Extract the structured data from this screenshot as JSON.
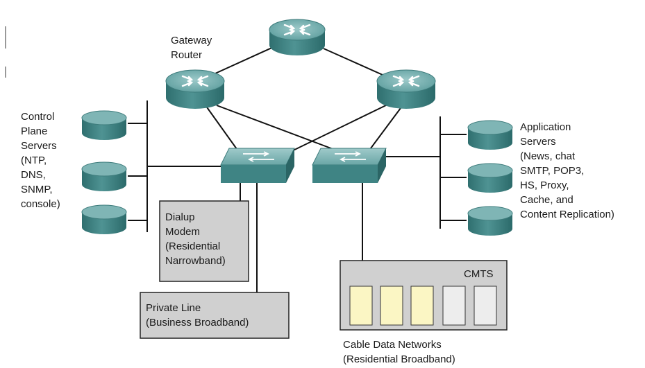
{
  "labels": {
    "gateway_router": "Gateway\nRouter",
    "control_plane": "Control\nPlane\nServers\n(NTP,\nDNS,\nSNMP,\nconsole)",
    "application_servers": "Application\nServers\n(News, chat\nSMTP, POP3,\nHS, Proxy,\nCache, and\nContent Replication)",
    "dialup": "Dialup\nModem\n(Residential\nNarrowband)",
    "private_line": "Private Line\n(Business Broadband)",
    "cmts": "CMTS",
    "cable_networks": "Cable Data Networks\n(Residential Broadband)"
  },
  "colors": {
    "device_teal": "#4a8d8d",
    "device_top": "#7fb5b5",
    "box_gray": "#d0d0d0",
    "cmts_slot_yellow": "#fbf6c4",
    "cmts_slot_gray": "#ededed",
    "line": "#111111"
  }
}
